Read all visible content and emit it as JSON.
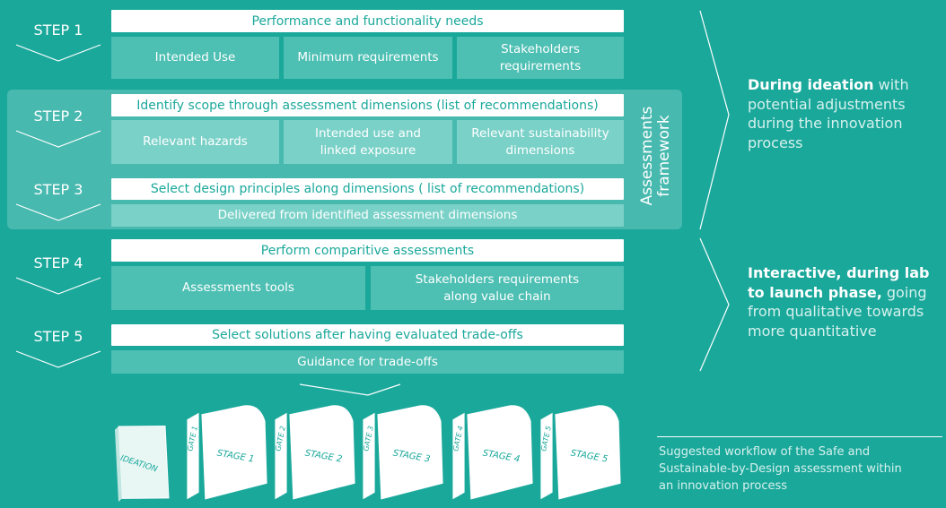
{
  "steps": [
    {
      "label": "STEP 1"
    },
    {
      "label": "STEP 2"
    },
    {
      "label": "STEP 3"
    },
    {
      "label": "STEP 4"
    },
    {
      "label": "STEP 5"
    }
  ],
  "step1": {
    "header": "Performance and functionality needs",
    "boxes": [
      "Intended Use",
      "Minimum requirements",
      "Stakeholders\nrequirements"
    ]
  },
  "step2": {
    "header": "Identify scope through assessment dimensions (list of recommendations)",
    "boxes": [
      "Relevant hazards",
      "Intended use and\nlinked exposure",
      "Relevant sustainability\ndimensions"
    ]
  },
  "step3": {
    "header": "Select design principles along dimensions ( list of recommendations)",
    "sub": "Delivered from identified assessment dimensions"
  },
  "framework_label": "Assessments\nframework",
  "step4": {
    "header": "Perform comparitive assessments",
    "boxes": [
      "Assessments tools",
      "Stakeholders requirements\nalong value chain"
    ]
  },
  "step5": {
    "header": "Select solutions after having evaluated trade-offs",
    "sub": "Guidance for trade-offs"
  },
  "side": {
    "top_bold": "During ideation",
    "top_rest": " with potential adjustments during the innovation process",
    "bottom_bold": "Interactive, during lab to launch phase,",
    "bottom_rest": " going from qualitative towards more quantitative"
  },
  "pages": {
    "ideation": "IDEATION",
    "stages": [
      "STAGE 1",
      "STAGE 2",
      "STAGE 3",
      "STAGE 4",
      "STAGE 5"
    ],
    "gates": [
      "GATE 1",
      "GATE 2",
      "GATE 3",
      "GATE 4",
      "GATE 5"
    ]
  },
  "caption": "Suggested workflow of the Safe and\nSustainable-by-Design assessment within\nan innovation process"
}
